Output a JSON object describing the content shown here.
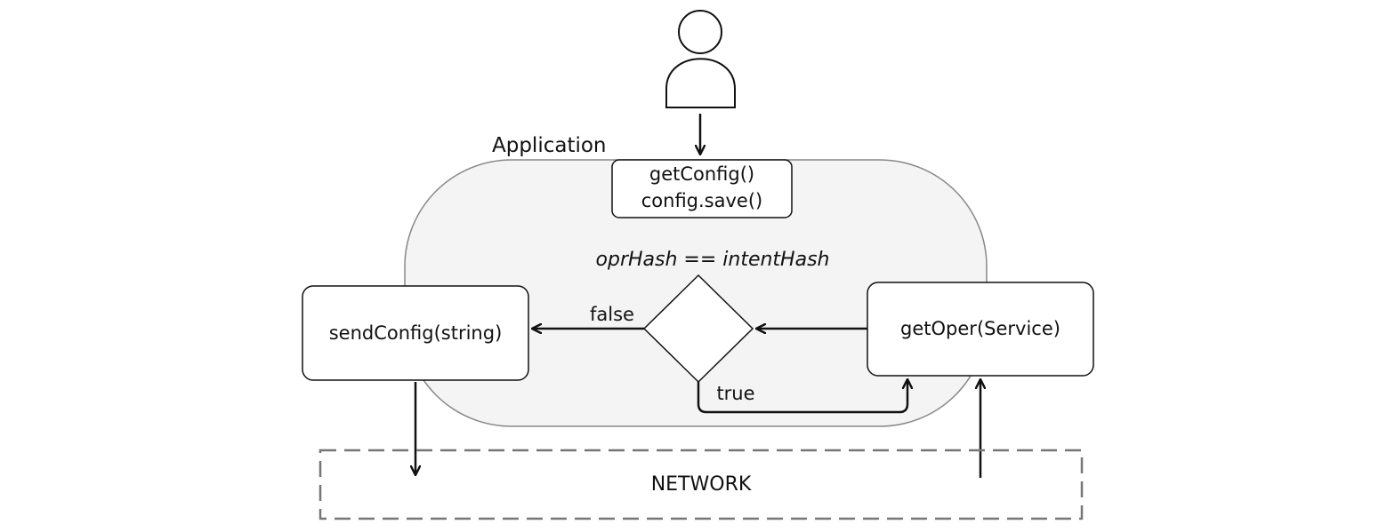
{
  "diagram": {
    "app_label": "Application",
    "user_icon": "person-icon",
    "config_box": {
      "line1": "getConfig()",
      "line2": "config.save()"
    },
    "condition": "oprHash == intentHash",
    "send_box": "sendConfig(string)",
    "oper_box": "getOper(Service)",
    "false_label": "false",
    "true_label": "true",
    "network_label": "NETWORK"
  },
  "colors": {
    "app_fill": "#f4f4f4",
    "stroke": "#111111",
    "app_stroke": "#888888",
    "network_stroke": "#777777"
  }
}
